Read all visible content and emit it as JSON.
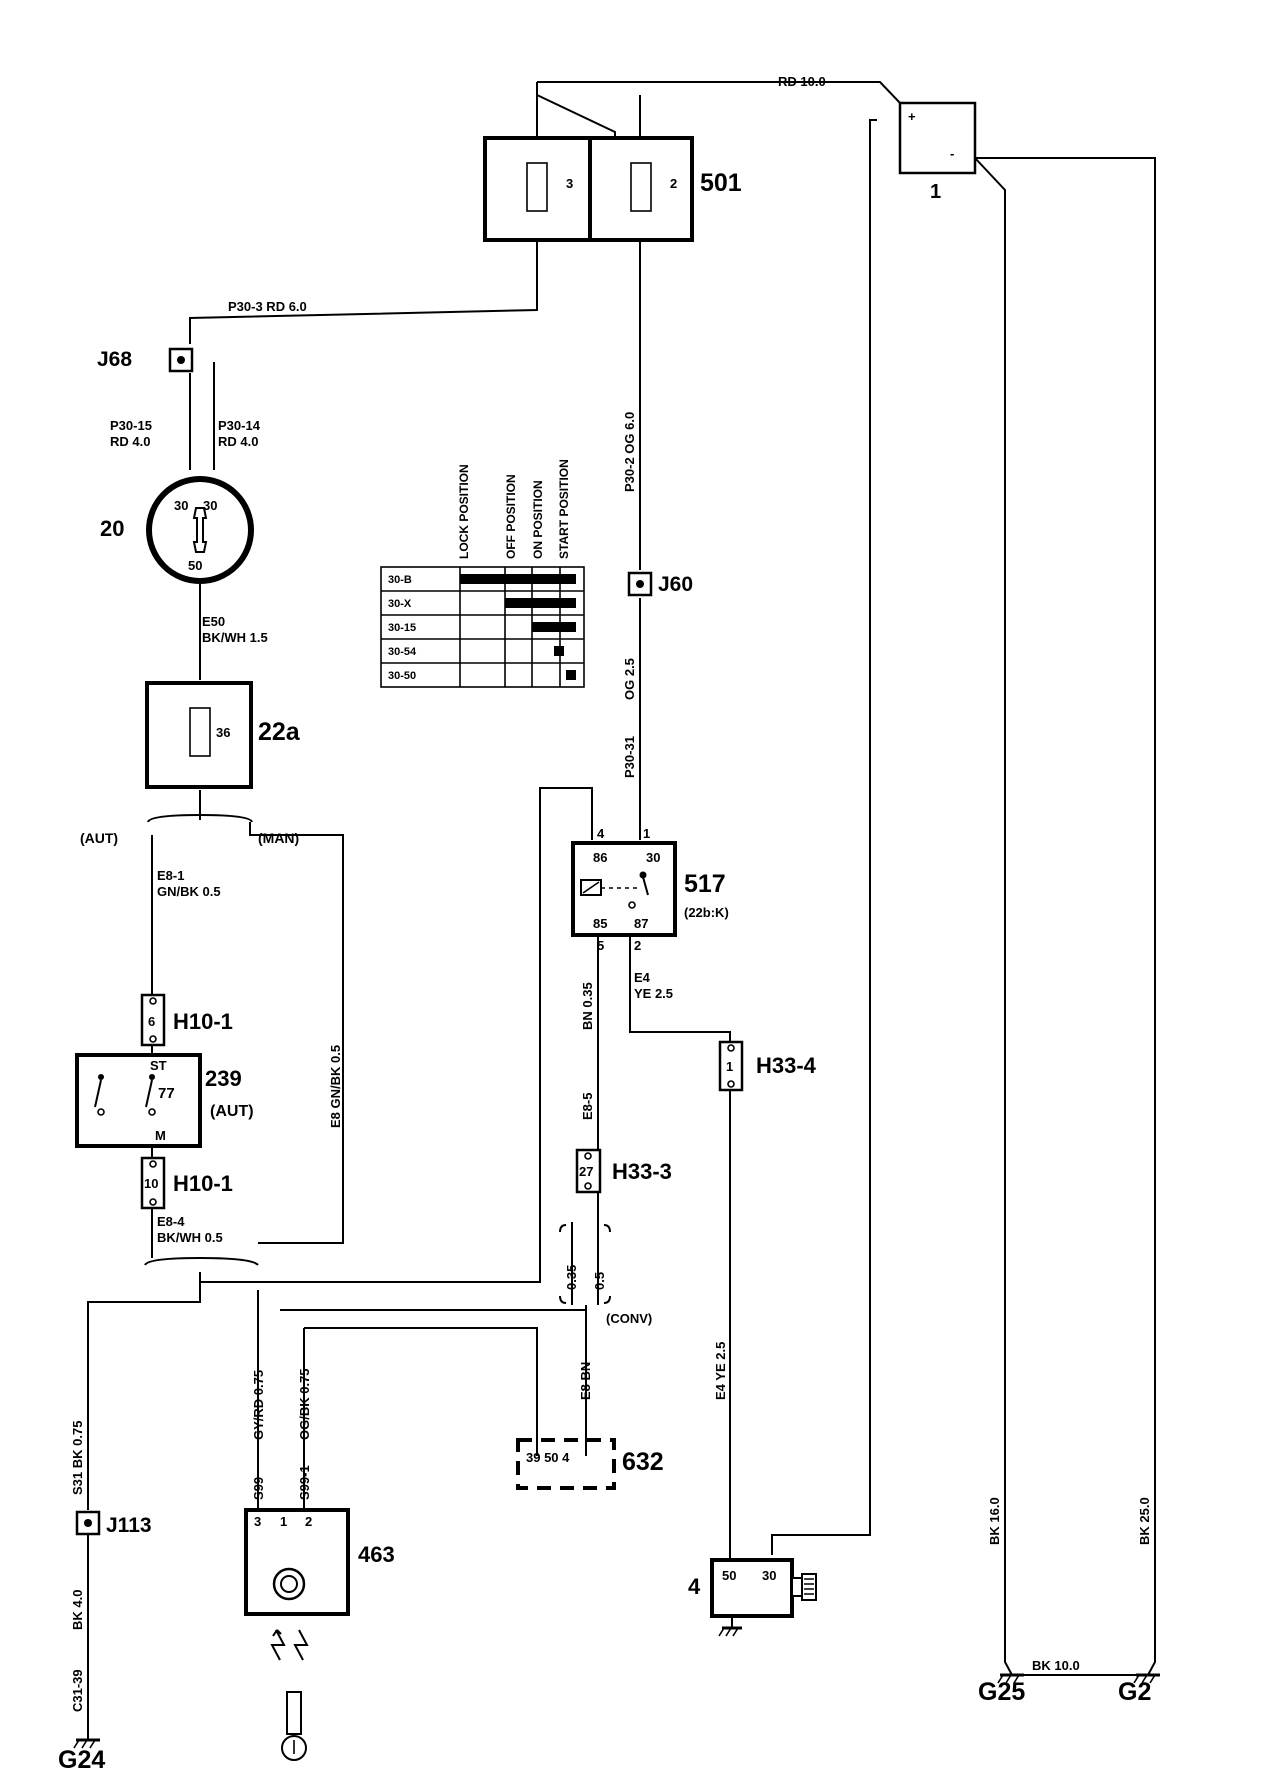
{
  "battery": {
    "id": "1",
    "plus": "+",
    "minus": "-"
  },
  "fuse_box": {
    "id": "501",
    "fuse_a": "3",
    "fuse_b": "2"
  },
  "fuse_22a": {
    "id": "22a",
    "fuse": "36"
  },
  "ignition_switch": {
    "id": "20",
    "pin_a": "30",
    "pin_b": "30",
    "pin_c": "50"
  },
  "relay": {
    "id": "517",
    "sub": "(22b:K)",
    "p4": "4",
    "p1": "1",
    "p86": "86",
    "p30": "30",
    "p85": "85",
    "p87": "87",
    "p5": "5",
    "p2": "2"
  },
  "selector_switch": {
    "id": "239",
    "sub": "(AUT)",
    "st": "ST",
    "pin": "77",
    "m": "M"
  },
  "antenna_unit": {
    "id": "463",
    "p3": "3",
    "p1": "1",
    "p2": "2"
  },
  "control_632": {
    "id": "632",
    "pins": "39 50 4"
  },
  "starter": {
    "id": "4",
    "p50": "50",
    "p30": "30"
  },
  "connectors": {
    "j68": "J68",
    "j60": "J60",
    "j113": "J113",
    "h10_top": "H10-1",
    "h10_top_pin": "6",
    "h10_bot": "H10-1",
    "h10_bot_pin": "10",
    "h33_3": "H33-3",
    "h33_3_pin": "27",
    "h33_4": "H33-4",
    "h33_4_pin": "1"
  },
  "grounds": {
    "g24": "G24",
    "g25": "G25",
    "g2": "G2"
  },
  "wires": {
    "rd10": "RD  10.0",
    "p30_3": "P30-3   RD 6.0",
    "p30_15_a": "P30-15",
    "p30_15_b": "RD 4.0",
    "p30_14_a": "P30-14",
    "p30_14_b": "RD 4.0",
    "e50_a": "E50",
    "e50_b": "BK/WH  1.5",
    "aut": "(AUT)",
    "man": "(MAN)",
    "e8_1_a": "E8-1",
    "e8_1_b": "GN/BK  0.5",
    "e8_gnbk": "E8   GN/BK  0.5",
    "e8_4_a": "E8-4",
    "e8_4_b": "BK/WH  0.5",
    "p30_2": "P30-2   OG 6.0",
    "og25": "OG 2.5",
    "p30_31": "P30-31",
    "e4_a": "E4",
    "e4_b": "YE  2.5",
    "bn035": "BN 0.35",
    "e8_5": "E8-5",
    "w035": "0.35",
    "w05": "0.5",
    "conv": "(CONV)",
    "e8_bn": "E8   BN",
    "e4_ye": "E4   YE  2.5",
    "s31": "S31   BK  0.75",
    "bk40": "BK  4.0",
    "c31_39": "C31-39",
    "s99": "S99",
    "gyrd": "GY/RD 0.75",
    "s99_1": "S99-1",
    "ogbk": "OG/BK 0.75",
    "bk16": "BK   16.0",
    "bk25": "BK   25.0",
    "bk10": "BK   10.0"
  },
  "switch_table": {
    "headers": [
      "LOCK POSITION",
      "OFF POSITION",
      "ON POSITION",
      "START POSITION"
    ],
    "rows": [
      {
        "label": "30-B",
        "from": 0,
        "to": 4
      },
      {
        "label": "30-X",
        "from": 1,
        "to": 4
      },
      {
        "label": "30-15",
        "from": 2,
        "to": 4
      },
      {
        "label": "30-54",
        "from": 3,
        "to": 3
      },
      {
        "label": "30-50",
        "from": 4,
        "to": 4
      }
    ]
  }
}
